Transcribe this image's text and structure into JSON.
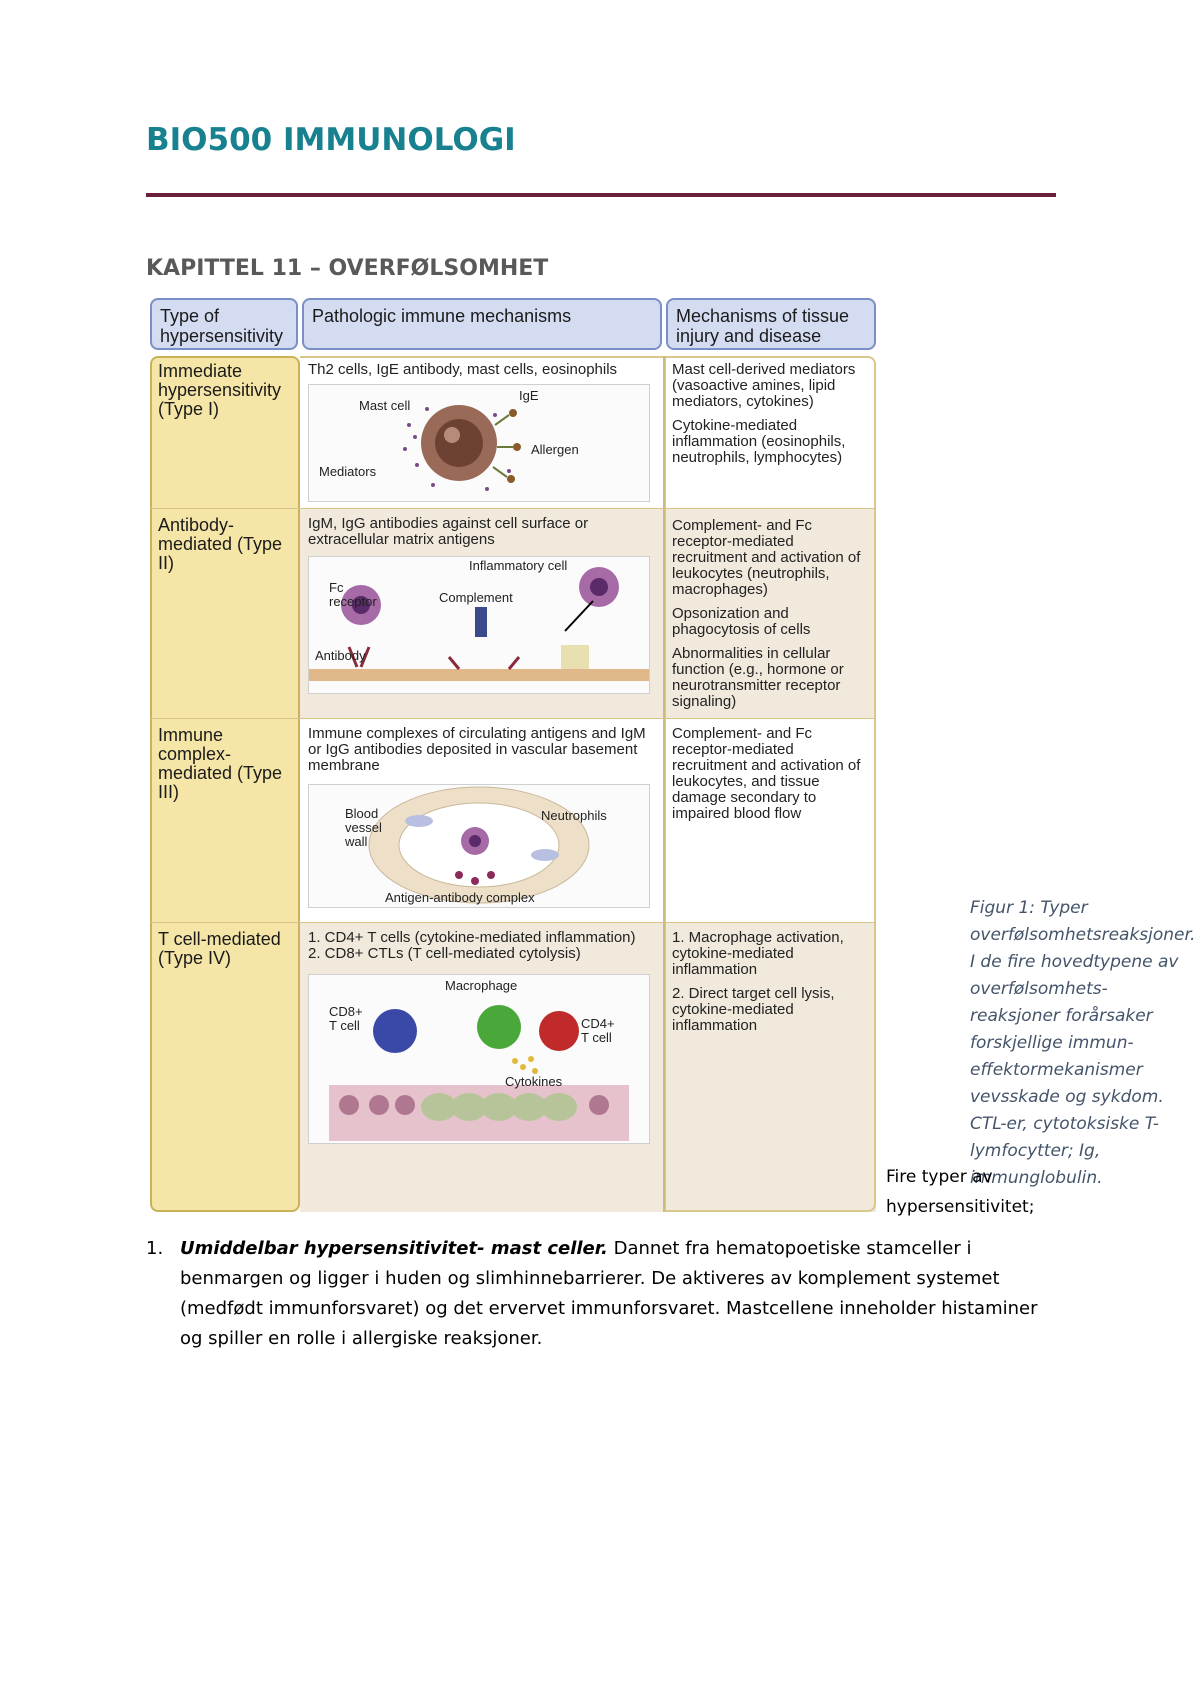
{
  "document": {
    "title": "BIO500 IMMUNOLOGI",
    "chapter": "KAPITTEL 11 – OVERFØLSOMHET"
  },
  "figure": {
    "headers": {
      "type": "Type of hypersensitivity",
      "mechanisms": "Pathologic immune mechanisms",
      "tissue": "Mechanisms of tissue injury and disease"
    },
    "rows": [
      {
        "type": "Immediate hypersensitivity (Type I)",
        "mechanism": "Th2 cells, IgE antibody, mast cells, eosinophils",
        "labels": {
          "mast_cell": "Mast cell",
          "ige": "IgE",
          "allergen": "Allergen",
          "mediators": "Mediators"
        },
        "tissue": [
          "Mast cell-derived mediators (vasoactive amines, lipid mediators, cytokines)",
          "Cytokine-mediated inflammation (eosinophils, neutrophils, lymphocytes)"
        ]
      },
      {
        "type": "Antibody-mediated (Type II)",
        "mechanism": "IgM, IgG antibodies against cell surface or extracellular matrix antigens",
        "labels": {
          "inflammatory_cell": "Inflammatory cell",
          "fc_receptor": "Fc receptor",
          "complement": "Complement",
          "antibody": "Antibody"
        },
        "tissue": [
          "Complement- and Fc receptor-mediated recruitment and activation of leukocytes (neutrophils, macrophages)",
          "Opsonization and phagocytosis of cells",
          "Abnormalities in cellular function (e.g., hormone or neurotransmitter receptor signaling)"
        ]
      },
      {
        "type": "Immune complex-mediated (Type III)",
        "mechanism": "Immune complexes of circulating antigens and IgM or IgG antibodies deposited in vascular basement membrane",
        "labels": {
          "vessel_wall": "Blood vessel wall",
          "neutrophils": "Neutrophils",
          "complex": "Antigen-antibody complex"
        },
        "tissue": [
          "Complement- and Fc receptor-mediated recruitment and activation of leukocytes, and tissue damage secondary to impaired blood flow"
        ]
      },
      {
        "type": "T cell-mediated (Type IV)",
        "mechanism_1": "1. CD4+ T cells (cytokine-mediated inflammation)",
        "mechanism_2": "2. CD8+ CTLs (T cell-mediated cytolysis)",
        "labels": {
          "macrophage": "Macrophage",
          "cd8": "CD8+ T cell",
          "cd4": "CD4+ T cell",
          "cytokines": "Cytokines"
        },
        "tissue": [
          "1. Macrophage activation, cytokine-mediated inflammation",
          "2. Direct target cell lysis, cytokine-mediated inflammation"
        ]
      }
    ]
  },
  "caption": "Figur 1: Typer overfølsomhetsreaksjoner. I de fire hovedtypene av overfølsomhets-reaksjoner forårsaker forskjellige immun-effektormekanismer vevsskade og sykdom. CTL-er, cytotoksiske T-lymfocytter; Ig, immunglobulin.",
  "side_note": "Fire typer av hypersensitivitet;",
  "list": [
    {
      "number": "1.",
      "lead": "Umiddelbar hypersensitivitet- mast celler.",
      "text": " Dannet fra hematopoetiske stamceller i benmargen og ligger i huden og slimhinnebarrierer. De aktiveres av komplement systemet (medfødt immunforsvaret) og det ervervet immunforsvaret. Mastcellene inneholder histaminer og spiller en rolle i allergiske reaksjoner."
    }
  ],
  "colors": {
    "title": "#17818f",
    "rule": "#6b1f3d",
    "header_fill": "#d4dcf2",
    "type_column": "#f5e5a6",
    "band": "#f0e9dc",
    "caption": "#44546a"
  }
}
